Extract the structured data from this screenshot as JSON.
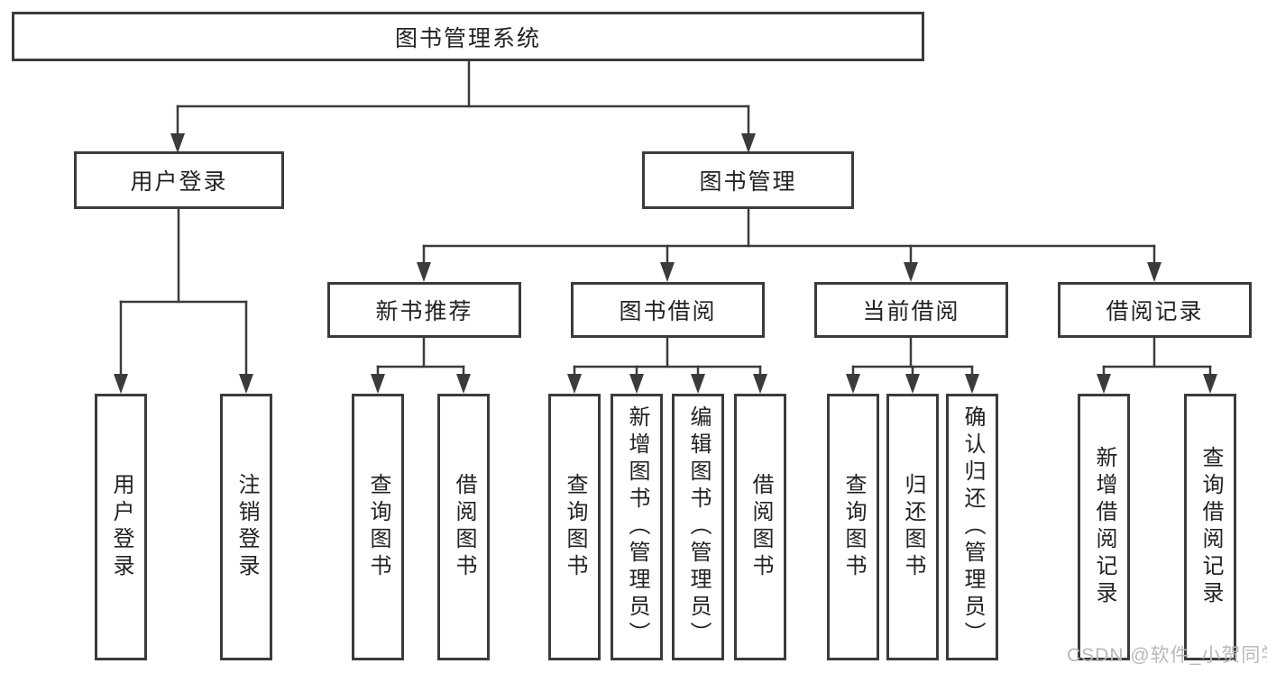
{
  "colors": {
    "line": "#3b3b3b",
    "box_border": "#3b3b3b",
    "text": "#222222",
    "watermark": "#b9b9b9",
    "background": "#ffffff"
  },
  "watermark": {
    "text": "CSDN @软件_小贺同学"
  },
  "tree": {
    "root": {
      "label": "图书管理系统"
    },
    "branches": [
      {
        "label": "用户登录",
        "children": [
          {
            "label": "用户登录"
          },
          {
            "label": "注销登录"
          }
        ]
      },
      {
        "label": "图书管理",
        "children": [
          {
            "label": "新书推荐",
            "children": [
              {
                "label": "查询图书"
              },
              {
                "label": "借阅图书"
              }
            ]
          },
          {
            "label": "图书借阅",
            "children": [
              {
                "label": "查询图书"
              },
              {
                "label": "新增图书（管理员）"
              },
              {
                "label": "编辑图书（管理员）"
              },
              {
                "label": "借阅图书"
              }
            ]
          },
          {
            "label": "当前借阅",
            "children": [
              {
                "label": "查询图书"
              },
              {
                "label": "归还图书"
              },
              {
                "label": "确认归还（管理员）"
              }
            ]
          },
          {
            "label": "借阅记录",
            "children": [
              {
                "label": "新增借阅记录"
              },
              {
                "label": "查询借阅记录"
              }
            ]
          }
        ]
      }
    ]
  }
}
